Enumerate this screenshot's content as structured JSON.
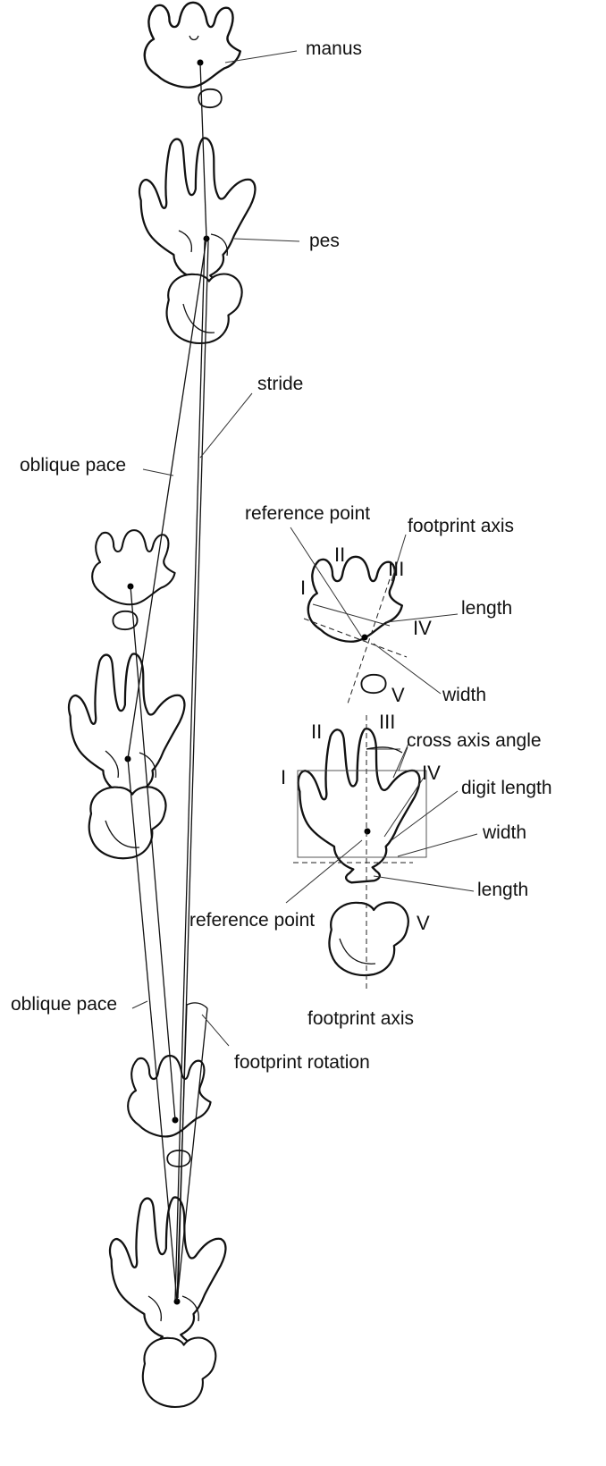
{
  "labels": {
    "manus": "manus",
    "pes": "pes",
    "stride": "stride",
    "oblique_pace_1": "oblique pace",
    "oblique_pace_2": "oblique pace",
    "footprint_rotation": "footprint rotation",
    "manus_detail": {
      "reference_point": "reference point",
      "footprint_axis": "footprint  axis",
      "length": "length",
      "width": "width",
      "digits": [
        "I",
        "II",
        "III",
        "IV",
        "V"
      ]
    },
    "pes_detail": {
      "cross_axis_angle": "cross axis angle",
      "digit_length": "digit  length",
      "width": "width",
      "length": "length",
      "reference_point": "reference point",
      "footprint_axis": "footprint  axis",
      "digits": [
        "I",
        "II",
        "III",
        "IV",
        "V"
      ]
    }
  }
}
